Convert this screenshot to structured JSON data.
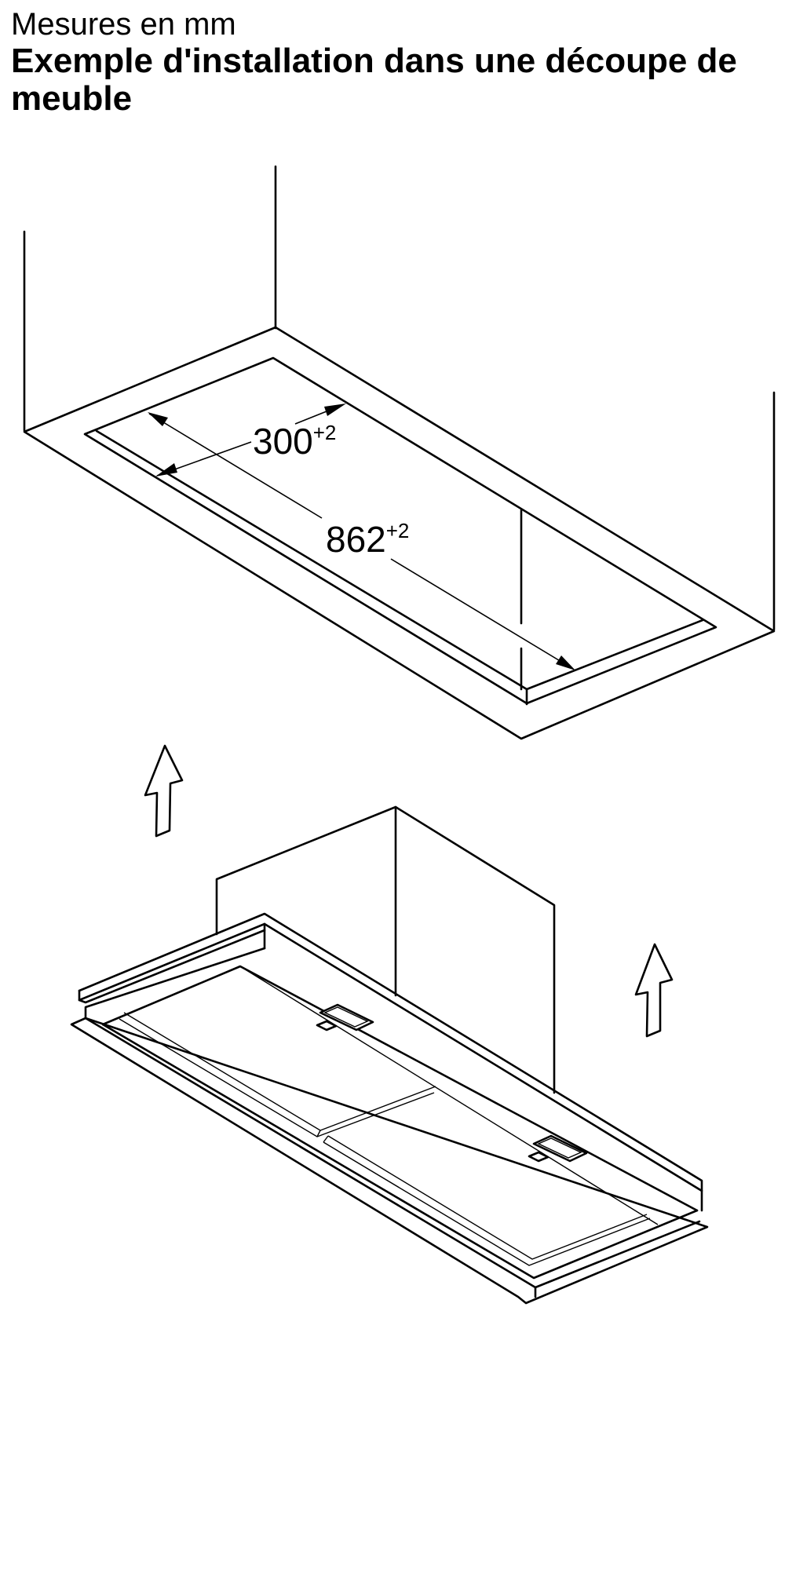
{
  "header": {
    "units": "Mesures en mm",
    "title": "Exemple d'installation dans une découpe de meuble"
  },
  "dimensions": {
    "width": {
      "value": "300",
      "tolerance": "+2"
    },
    "length": {
      "value": "862",
      "tolerance": "+2"
    }
  },
  "icons": {
    "lift_arrow_left": "up-arrow-icon",
    "lift_arrow_right": "up-arrow-icon"
  }
}
